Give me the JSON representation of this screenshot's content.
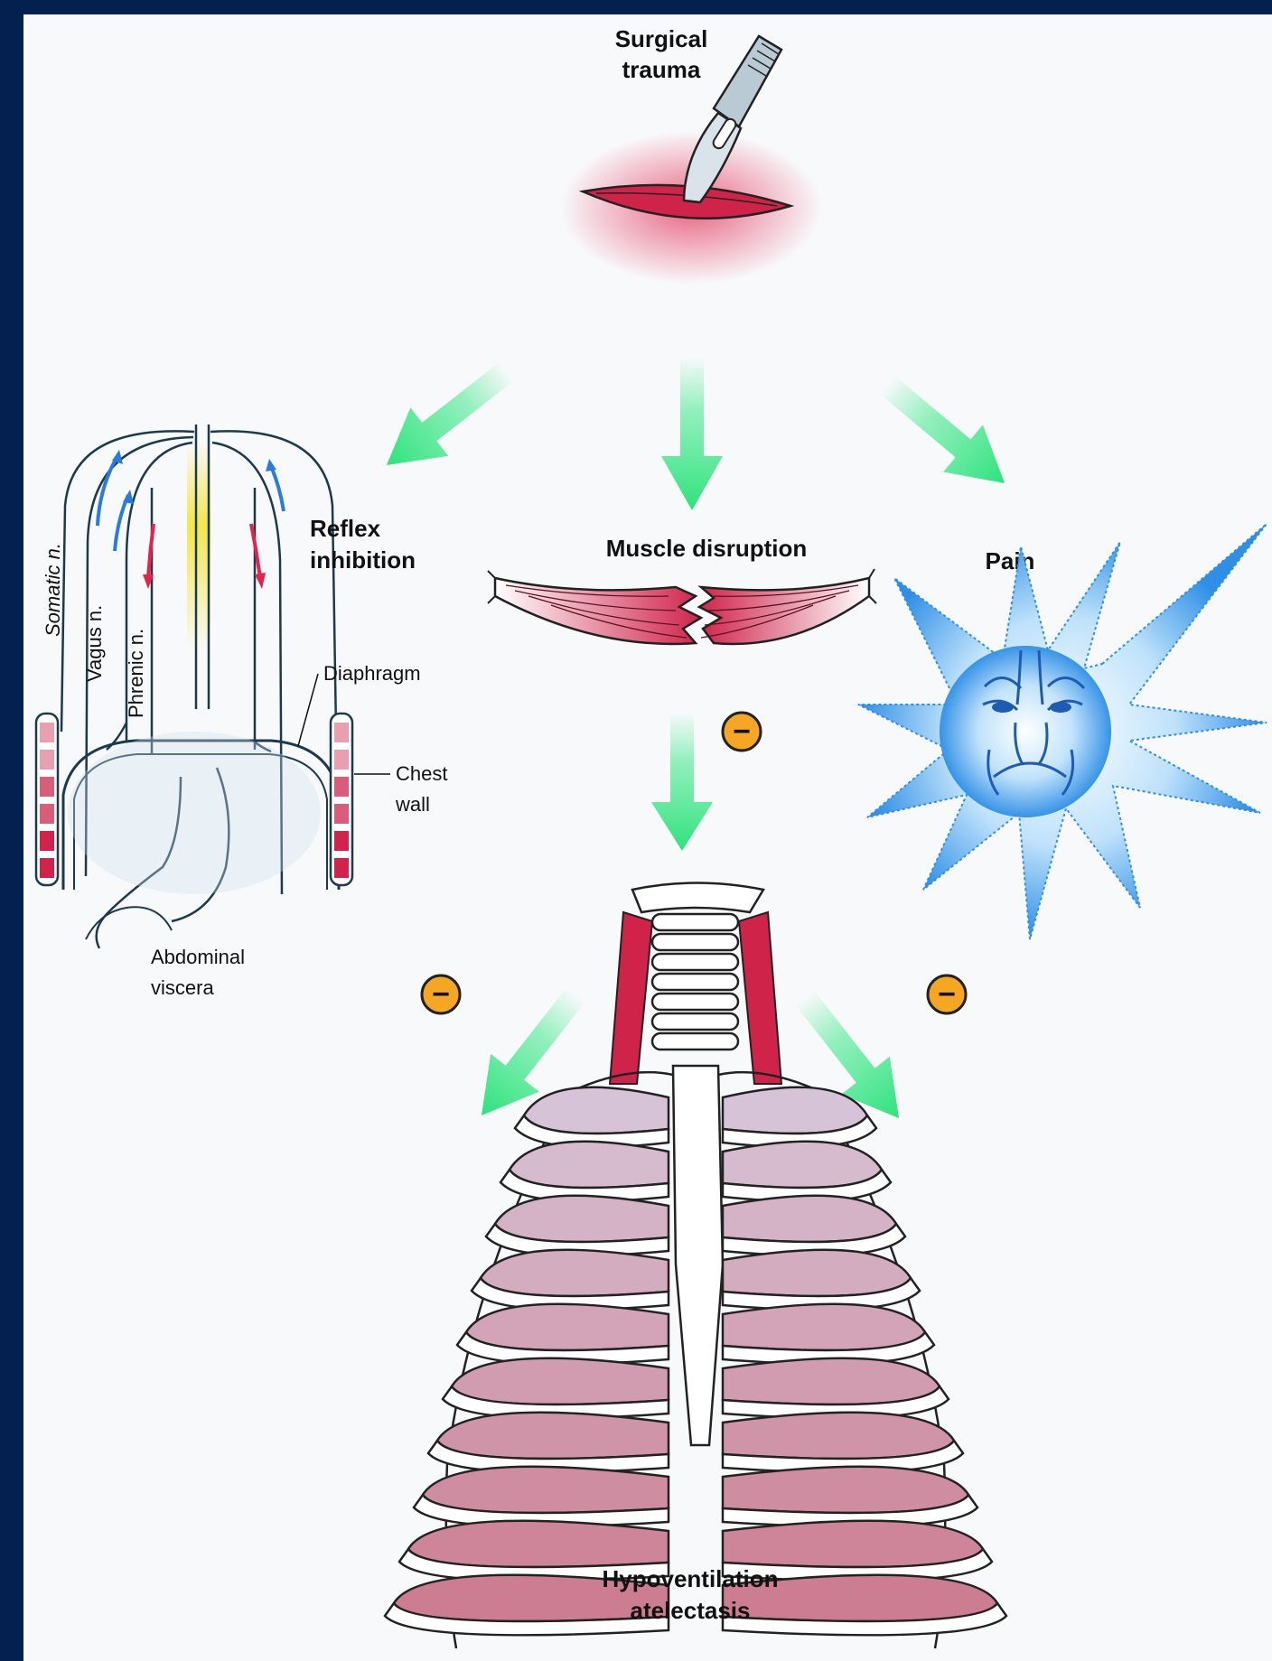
{
  "labels": {
    "surgical_trauma": [
      "Surgical",
      "trauma"
    ],
    "reflex_inhibition": [
      "Reflex",
      "inhibition"
    ],
    "muscle_disruption": "Muscle disruption",
    "pain": "Pain",
    "somatic_n": "Somatic n.",
    "vagus_n": "Vagus n.",
    "phrenic_n": "Phrenic n.",
    "diaphragm": "Diaphragm",
    "chest_wall": [
      "Chest",
      "wall"
    ],
    "abdominal_viscera": [
      "Abdominal",
      "viscera"
    ],
    "outcome": [
      "Hypoventilation",
      "atelectasis"
    ]
  },
  "inhibition_symbol": "−",
  "colors": {
    "background_frame": "#04204f",
    "panel": "#f8f9fb",
    "arrow": "#3ee88a",
    "muscle": "#d0234a",
    "pain": "#2f8fe6",
    "inhibit_badge": "#f5a623",
    "nerve_up": "#2a7be0",
    "nerve_down": "#e5224a",
    "spinal_cord_glow": "#f4e64a"
  },
  "icons": [
    "scalpel-icon",
    "wound-icon",
    "torn-muscle-icon",
    "pain-face-icon",
    "ribcage-icon",
    "inhibit-badge-icon"
  ]
}
